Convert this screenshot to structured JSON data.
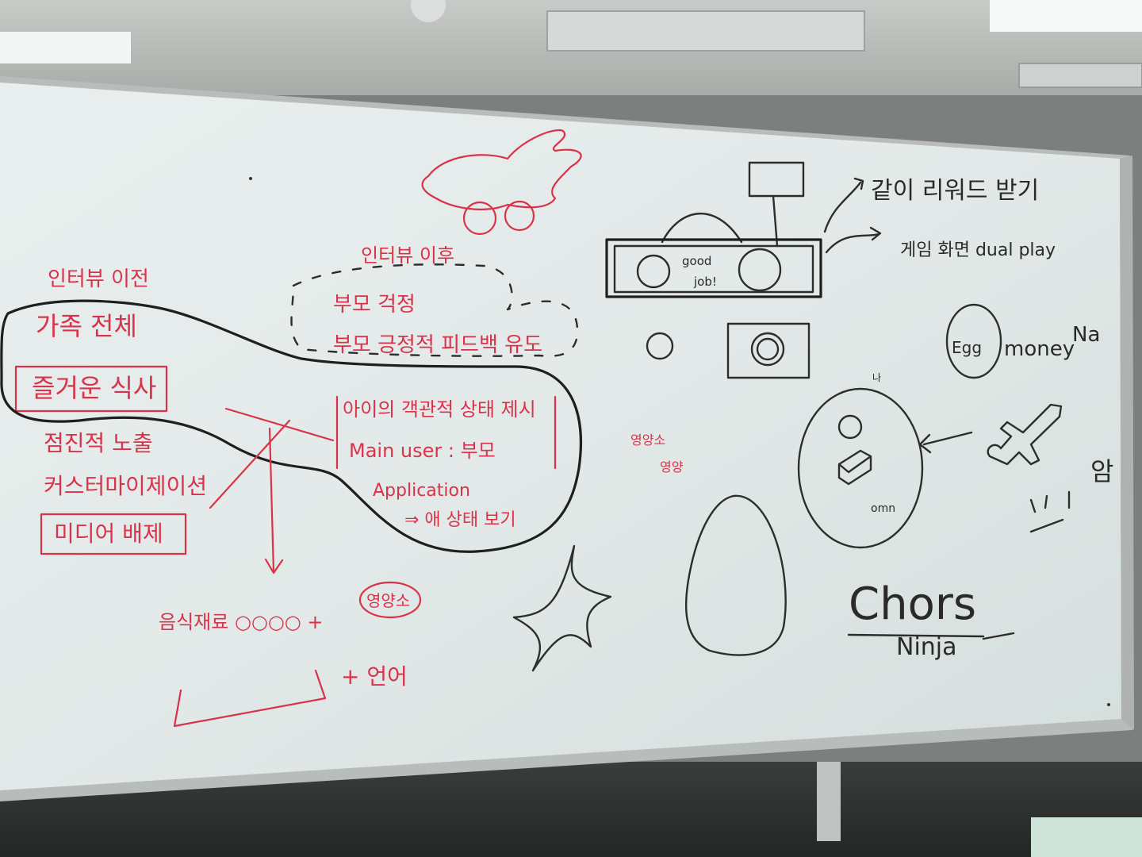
{
  "whiteboard": {
    "left_notes": {
      "heading": "인터뷰 이전",
      "items": [
        "가족 전체",
        "즐거운 식사",
        "점진적 노출",
        "커스터마이제이션",
        "미디어 배제"
      ]
    },
    "center_notes": {
      "heading": "인터뷰 이후",
      "cloud_items": [
        "부모 걱정",
        "부모 긍정적 피드백 유도"
      ],
      "box_items": [
        "아이의 객관적 상태 제시",
        "Main user : 부모"
      ],
      "application_label": "Application",
      "application_sub": "⇒ 애 상태 보기"
    },
    "bottom_notes": {
      "line1": "음식재료 ○○○○ +",
      "circled": "영양소",
      "line2": "+ 언어"
    },
    "middle_label": {
      "top": "영양소",
      "bottom": "영양"
    },
    "device_sketch": {
      "screen_text_1": "good",
      "screen_text_2": "job!"
    },
    "right_notes": {
      "arrow_note_1": "같이 리워드 받기",
      "arrow_note_2": "게임 화면 dual play",
      "egg_label": "Egg",
      "money_label": "money",
      "na_label": "Na",
      "egg_small_label": "나",
      "egg_bottom_label": "omn",
      "side_text": "암",
      "chef_label": "Chors",
      "chef_sub": "Ninja"
    }
  }
}
